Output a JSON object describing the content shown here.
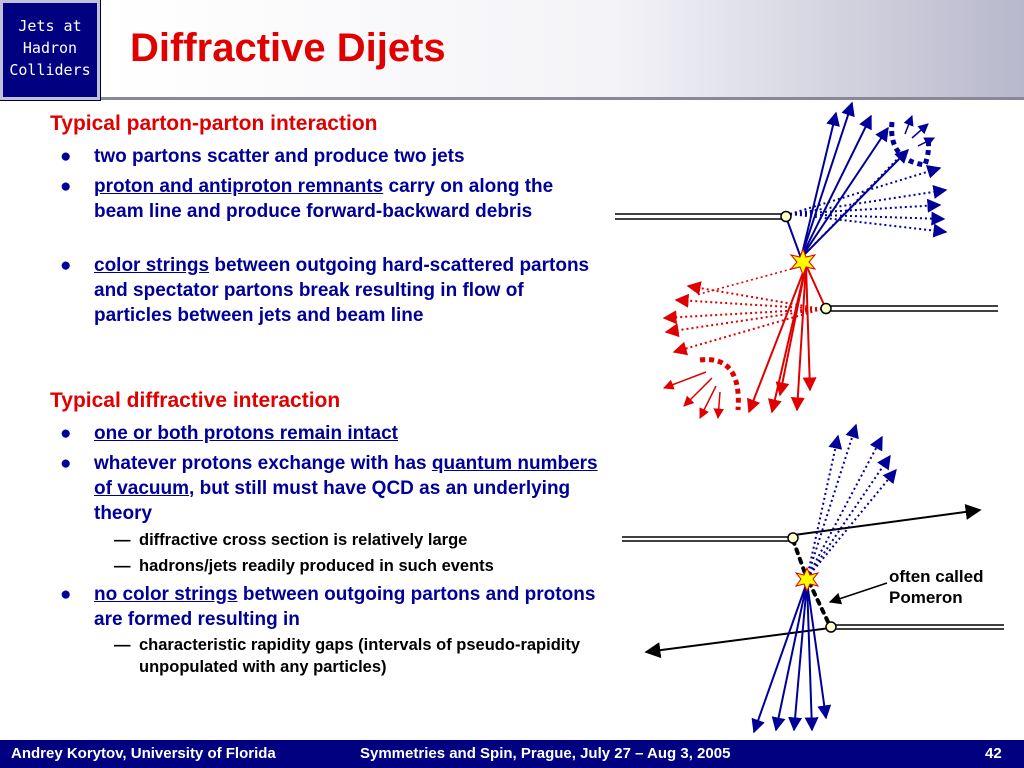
{
  "logo": {
    "text": "Jets at\nHadron\nColliders"
  },
  "title": "Diffractive Dijets",
  "section1": {
    "heading": "Typical parton-parton interaction",
    "bullets": [
      {
        "lead": "",
        "text": "two partons scatter and produce two jets"
      },
      {
        "lead": "proton and antiproton remnants",
        "text": " carry on along the beam line and produce forward-backward debris"
      },
      {
        "lead": "color strings",
        "text": " between outgoing hard-scattered partons and spectator partons break resulting in flow of particles between jets and beam line"
      }
    ]
  },
  "section2": {
    "heading": "Typical diffractive interaction",
    "b1_lead": "one or both protons remain intact",
    "b2_pre": "whatever protons exchange with has ",
    "b2_lead": "quantum numbers of vacuum",
    "b2_post": ", but still must have QCD as an underlying theory",
    "sub1": "diffractive cross section is relatively large",
    "sub2": "hadrons/jets readily produced in such events",
    "b3_lead": "no color strings",
    "b3_post": " between outgoing partons and protons are formed resulting in",
    "sub3": "characteristic rapidity gaps (intervals of pseudo-rapidity unpopulated with any particles)"
  },
  "bullet_glyph": "●",
  "dash_glyph": "—",
  "pomeron_label": "often called\nPomeron",
  "footer": {
    "left": "Andrey Korytov, University of Florida",
    "center": "Symmetries and Spin, Prague, July 27 – Aug 3, 2005",
    "page": "42"
  },
  "colors": {
    "title_red": "#e00000",
    "text_blue": "#000099",
    "footer_navy": "#000080",
    "jet_red": "#e00000",
    "jet_blue": "#000099"
  },
  "icons": [
    "star-burst-icon"
  ]
}
